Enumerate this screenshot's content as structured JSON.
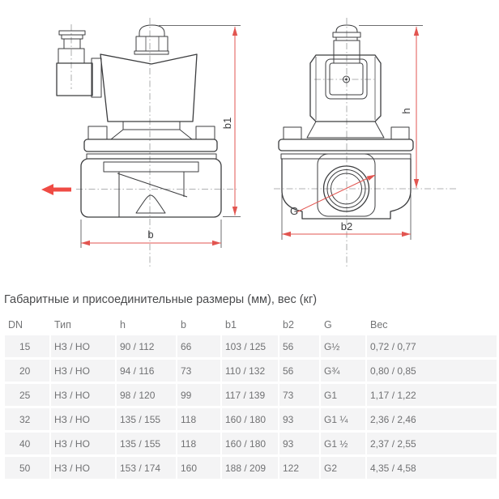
{
  "diagram": {
    "labels": {
      "b": "b",
      "b1": "b1",
      "b2": "b2",
      "h": "h",
      "g": "G"
    },
    "colors": {
      "line": "#3c3d3f",
      "dimension_red": "#e25550",
      "flow_arrow_red": "#ef4b44"
    }
  },
  "table": {
    "title": "Габаритные и присоединительные размеры (мм), вес (кг)",
    "headers": [
      "DN",
      "Тип",
      "h",
      "b",
      "b1",
      "b2",
      "G",
      "Вес"
    ],
    "rows": [
      [
        "15",
        "НЗ / НО",
        "90 / 112",
        "66",
        "103 / 125",
        "56",
        "G½",
        "0,72 / 0,77"
      ],
      [
        "20",
        "НЗ / НО",
        "94 / 116",
        "73",
        "110 / 132",
        "56",
        "G¾",
        "0,80 / 0,85"
      ],
      [
        "25",
        "НЗ / НО",
        "98 / 120",
        "99",
        "117 / 139",
        "73",
        "G1",
        "1,17 / 1,22"
      ],
      [
        "32",
        "НЗ / НО",
        "135 / 155",
        "118",
        "160 / 180",
        "93",
        "G1 ¼",
        "2,36 / 2,46"
      ],
      [
        "40",
        "НЗ / НО",
        "135 / 155",
        "118",
        "160 / 180",
        "93",
        "G1 ½",
        "2,37 / 2,55"
      ],
      [
        "50",
        "НЗ / НО",
        "153 / 174",
        "160",
        "188 / 209",
        "122",
        "G2",
        "4,35 / 4,58"
      ]
    ]
  }
}
